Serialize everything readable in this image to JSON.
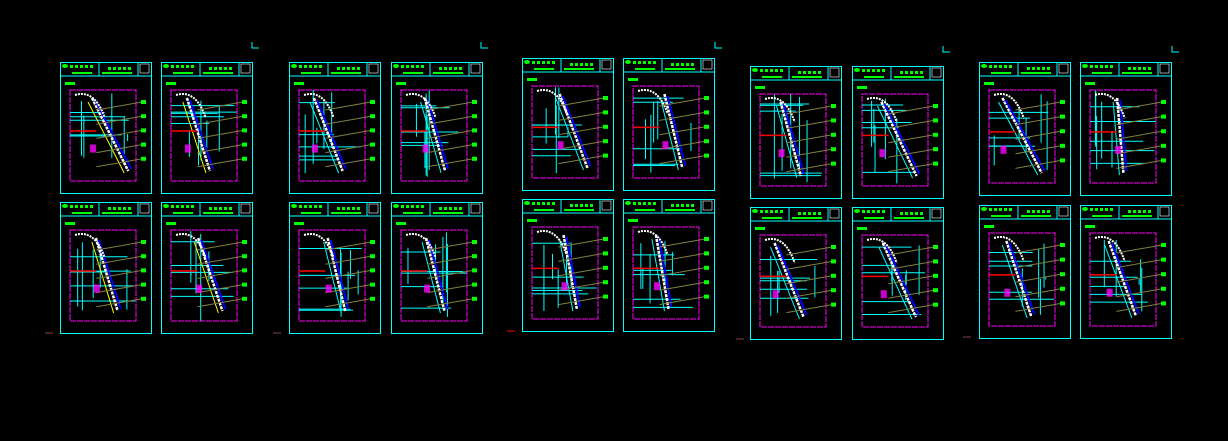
{
  "background_color": "#000000",
  "colors": {
    "frame": "#00ffff",
    "border": "#ff00ff",
    "title_block": "#00ff00",
    "detail_white": "#ffffff",
    "detail_yellow": "#ffff00",
    "detail_blue": "#0000ff",
    "detail_red": "#ff0000",
    "leader": "#808040"
  },
  "groups": [
    {
      "sheet_count": 4
    },
    {
      "sheet_count": 4
    },
    {
      "sheet_count": 4
    },
    {
      "sheet_count": 4
    },
    {
      "sheet_count": 4
    }
  ]
}
